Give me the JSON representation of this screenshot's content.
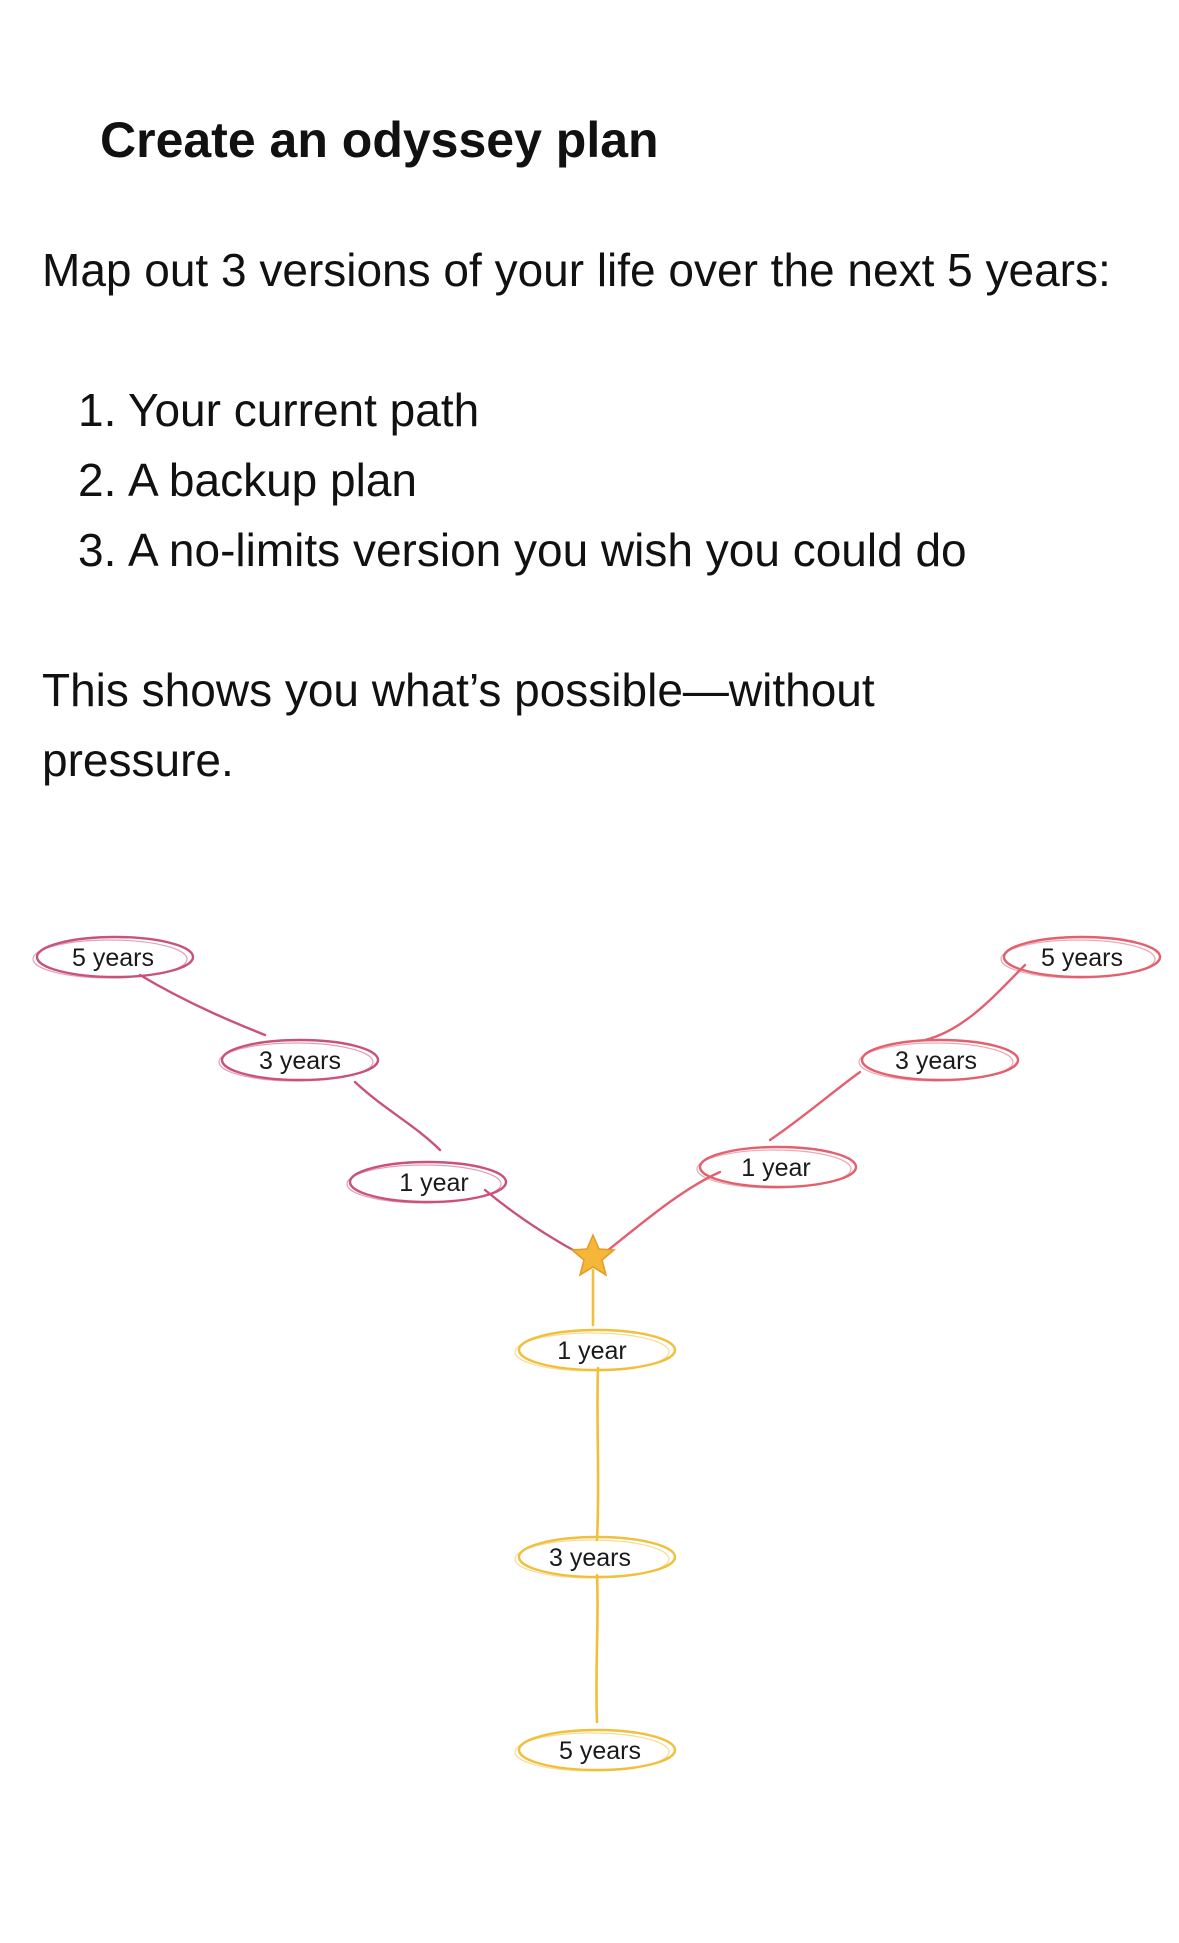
{
  "title": "Create an odyssey plan",
  "intro": "Map out 3 versions of your life over the next 5 years:",
  "steps": [
    {
      "num": "1.",
      "text": "Your current path"
    },
    {
      "num": "2.",
      "text": "A backup plan"
    },
    {
      "num": "3.",
      "text": "A no-limits version you wish you could do"
    }
  ],
  "outro": "This shows you what’s possible—without pressure.",
  "diagram": {
    "colors": {
      "left_branch": "#c9527a",
      "right_branch": "#e2606f",
      "trunk": "#f0bf3c",
      "star": "#f4b73a"
    },
    "center_icon": "star-icon",
    "left_branch": [
      "1 year",
      "3 years",
      "5 years"
    ],
    "right_branch": [
      "1 year",
      "3 years",
      "5 years"
    ],
    "trunk": [
      "1 year",
      "3 years",
      "5 years"
    ]
  }
}
